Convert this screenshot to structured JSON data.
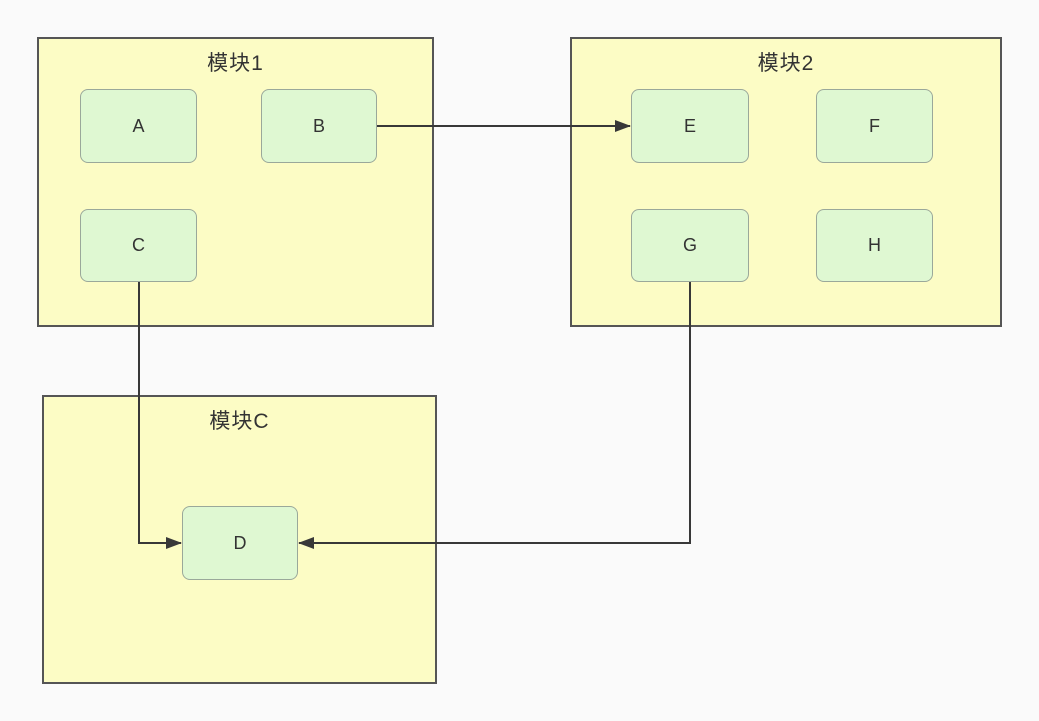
{
  "canvas": {
    "background_color": "#fafafa",
    "module_fill_color": "#fcfcc5",
    "module_border_color": "#555555",
    "node_fill_color": "#dff8d2",
    "node_border_color": "#9aa89a",
    "edge_color": "#383838",
    "text_color": "#333333"
  },
  "modules": [
    {
      "id": "module1",
      "title": "模块1"
    },
    {
      "id": "module2",
      "title": "模块2"
    },
    {
      "id": "moduleC",
      "title": "模块C"
    }
  ],
  "nodes": [
    {
      "id": "A",
      "label": "A",
      "module": "模块1"
    },
    {
      "id": "B",
      "label": "B",
      "module": "模块1"
    },
    {
      "id": "C",
      "label": "C",
      "module": "模块1"
    },
    {
      "id": "E",
      "label": "E",
      "module": "模块2"
    },
    {
      "id": "F",
      "label": "F",
      "module": "模块2"
    },
    {
      "id": "G",
      "label": "G",
      "module": "模块2"
    },
    {
      "id": "H",
      "label": "H",
      "module": "模块2"
    },
    {
      "id": "D",
      "label": "D",
      "module": "模块C"
    }
  ],
  "edges": [
    {
      "from": "B",
      "to": "E",
      "style": "arrow"
    },
    {
      "from": "C",
      "to": "D",
      "style": "arrow"
    },
    {
      "from": "G",
      "to": "D",
      "style": "arrow"
    }
  ]
}
